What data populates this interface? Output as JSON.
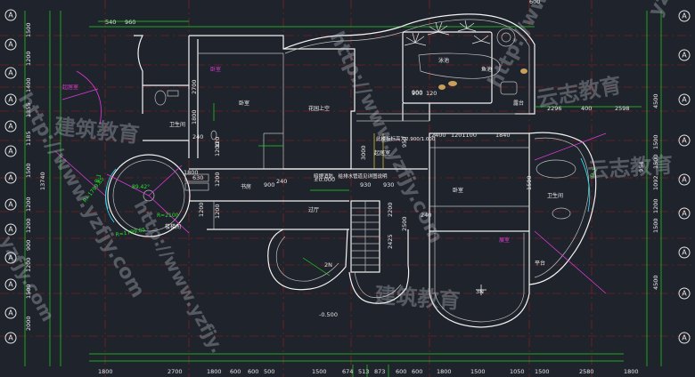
{
  "axis_bubble_label": "A",
  "dims": {
    "left": [
      "1500",
      "1200",
      "1400",
      "1355",
      "1185",
      "1500",
      "1200",
      "1200",
      "900",
      "1200",
      "1500",
      "2000"
    ],
    "left_total": "13740",
    "right": [
      "4500",
      "1500",
      "1500",
      "1092",
      "1200",
      "1500",
      "4500"
    ],
    "right_mid": "954",
    "top": [
      "540",
      "960",
      "900",
      "120",
      "600"
    ],
    "bottom": [
      "1800",
      "2700",
      "1800",
      "600",
      "600",
      "500",
      "1500",
      "600",
      "600",
      "1800",
      "1500",
      "1050",
      "1500",
      "2580",
      "1800"
    ],
    "bottom_small": [
      "674",
      "513",
      "873"
    ],
    "plan": [
      "2296",
      "400",
      "2598",
      "2400",
      "1201100",
      "1840",
      "240",
      "900",
      "930",
      "930",
      "900",
      "240",
      "950",
      "1500",
      "3000",
      "2500",
      "1800",
      "630",
      "120",
      "1200",
      "1200",
      "1200"
    ],
    "radius_a": "R=1799.85",
    "radius_b": "R=1799.85",
    "radius_c": "R=2100",
    "angle": "89.42°",
    "tag_b": "B-1",
    "tag_d": "D-1",
    "level_a": "±0.000",
    "level_b": "-0.500",
    "small_a": "2N",
    "small_b": "3N",
    "len_a": "2200",
    "len_b": "2425",
    "len_c": "1200",
    "bar_a": "2700",
    "bar_b": "1800",
    "tiny": "240"
  },
  "rooms": {
    "bedroom_a": "卧室",
    "bedroom_b": "卧室",
    "study": "书房",
    "bath_a": "卫生间",
    "bath_b": "卫生间",
    "garden": "花园上空",
    "terrace": "露台",
    "living": "起居室",
    "hall": "过厅",
    "stair": "楼梯间",
    "balcony": "平台",
    "pool": "泳池",
    "pond": "鱼池"
  },
  "notes": {
    "room_a": "起居室",
    "room_b": "卧室",
    "room_c": "展室",
    "beam_note": "此楼板标高为2.900/1.000",
    "duct_note": "暗埋消防、给排水管道见详图说明"
  },
  "watermarks": {
    "url": "http://www.yzfjy.com",
    "url_short": "yzfjy.com",
    "url_mid": "http://www.yzfjy.",
    "cn": "云志教育",
    "cn_alt": "建筑教育"
  }
}
